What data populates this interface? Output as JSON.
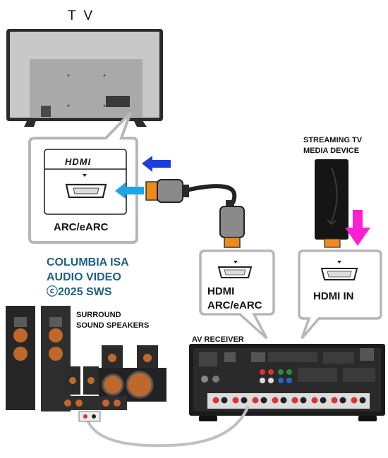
{
  "tv": {
    "title": "T V"
  },
  "callout_tv": {
    "logo": "HDMI",
    "port_label": "ARC/eARC"
  },
  "streaming": {
    "line1": "STREAMING TV",
    "line2": "MEDIA DEVICE"
  },
  "credit": {
    "line1": "COLUMBIA ISA",
    "line2": "AUDIO VIDEO",
    "line3": "ⓒ2025 SWS"
  },
  "callout_arc": {
    "line1": "HDMI",
    "line2": "ARC/eARC"
  },
  "callout_in": {
    "label": "HDMI IN"
  },
  "speakers": {
    "line1": "SURROUND",
    "line2": "SOUND SPEAKERS"
  },
  "receiver": {
    "label": "AV RECEIVER"
  },
  "colors": {
    "blue_arrow": "#1a3fe0",
    "cyan_arrow": "#1ea4e8",
    "magenta_arrow": "#ff1fd2",
    "orange_plug": "#f08a1c",
    "credit_text": "#1f5f86"
  }
}
